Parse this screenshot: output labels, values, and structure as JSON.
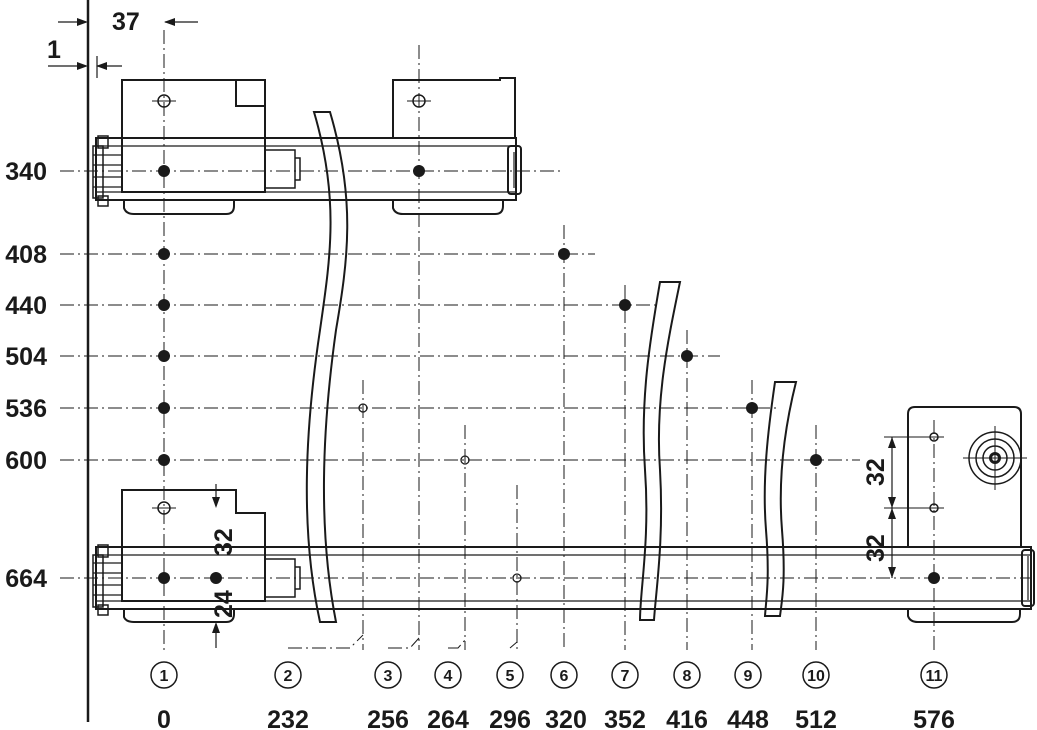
{
  "diagram": {
    "dimensions": {
      "top_offset": "37",
      "edge_offset": "1",
      "pitch_a": "32",
      "pitch_b": "24",
      "pitch_c": "32",
      "pitch_d": "32"
    },
    "row_labels": [
      "340",
      "408",
      "440",
      "504",
      "536",
      "600",
      "664"
    ],
    "positions": [
      {
        "number": "1",
        "value": "0"
      },
      {
        "number": "2",
        "value": "232"
      },
      {
        "number": "3",
        "value": "256"
      },
      {
        "number": "4",
        "value": "264"
      },
      {
        "number": "5",
        "value": "296"
      },
      {
        "number": "6",
        "value": "320"
      },
      {
        "number": "7",
        "value": "352"
      },
      {
        "number": "8",
        "value": "416"
      },
      {
        "number": "9",
        "value": "448"
      },
      {
        "number": "10",
        "value": "512"
      },
      {
        "number": "11",
        "value": "576"
      }
    ]
  }
}
